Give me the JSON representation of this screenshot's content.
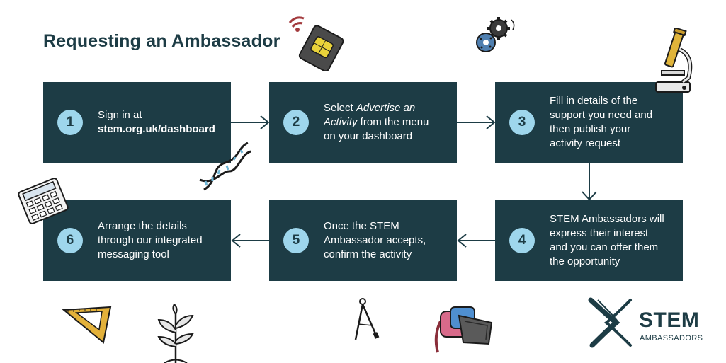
{
  "title": "Requesting an Ambassador",
  "steps": [
    {
      "number": "1",
      "line1": "Sign in at",
      "url": "stem.org.uk/dashboard"
    },
    {
      "number": "2",
      "pre": "Select ",
      "italic1": "Advertise an",
      "italic2": "Activity",
      "post": " from the menu",
      "line3": "on your dashboard"
    },
    {
      "number": "3",
      "lines": [
        "Fill in details of the",
        "support you need and",
        "then publish your",
        "activity request"
      ]
    },
    {
      "number": "4",
      "lines": [
        "STEM Ambassadors will",
        "express their interest",
        "and you can offer them",
        "the opportunity"
      ]
    },
    {
      "number": "5",
      "lines": [
        "Once the STEM",
        "Ambassador accepts,",
        "confirm the activity"
      ]
    },
    {
      "number": "6",
      "lines": [
        "Arrange the details",
        "through our integrated",
        "messaging tool"
      ]
    }
  ],
  "logo": {
    "main": "STEM",
    "sub": "AMBASSADORS"
  },
  "colors": {
    "box": "#1d3c45",
    "circle": "#9ed6ec",
    "text": "#ffffff",
    "title": "#1d3c45"
  },
  "icons": [
    "sim-card-icon",
    "gears-icon",
    "microscope-icon",
    "dna-icon",
    "calculator-icon",
    "set-square-icon",
    "plant-icon",
    "compass-icon",
    "vr-headset-icon",
    "stem-logo-icon"
  ]
}
